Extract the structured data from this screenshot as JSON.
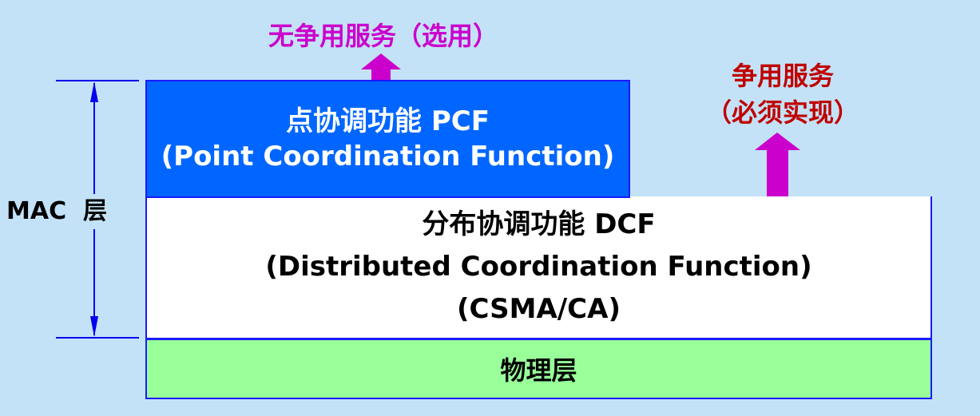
{
  "top_label": "无争用服务（选用）",
  "right_label": {
    "line1": "争用服务",
    "line2": "（必须实现）"
  },
  "mac_label": "MAC  层",
  "pcf": {
    "line1": "点协调功能 PCF",
    "line2": "(Point Coordination Function)"
  },
  "dcf": {
    "line1": "分布协调功能 DCF",
    "line2": "(Distributed Coordination Function)",
    "line3": "(CSMA/CA)"
  },
  "phy": {
    "label": "物理层"
  },
  "colors": {
    "background": "#c3e2f7",
    "pcf": "#0066ff",
    "phy": "#99ff99",
    "arrow": "#cc00cc",
    "contention": "#c00000"
  }
}
